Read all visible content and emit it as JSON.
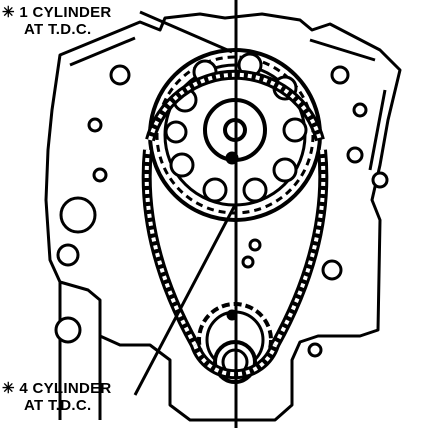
{
  "labels": {
    "top_line1": "✳ 1 CYLINDER",
    "top_line2": "AT T.D.C.",
    "bottom_line1": "✳ 4 CYLINDER",
    "bottom_line2": "AT T.D.C."
  },
  "colors": {
    "ink": "#000000",
    "paper": "#ffffff"
  }
}
